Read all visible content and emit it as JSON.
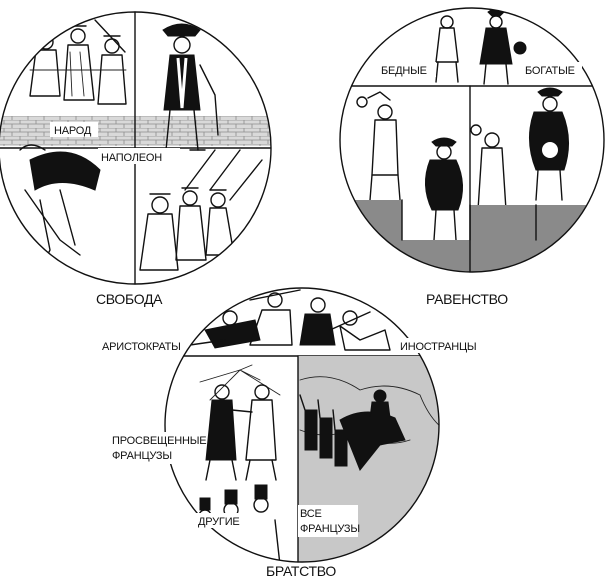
{
  "panels": {
    "liberty": {
      "caption": "СВОБОДА",
      "label_people": "НАРОД",
      "label_napoleon": "НАПОЛЕОН"
    },
    "equality": {
      "caption": "РАВЕНСТВО",
      "label_poor": "БЕДНЫЕ",
      "label_rich": "БОГАТЫЕ"
    },
    "fraternity": {
      "caption": "БРАТСТВО",
      "label_aristocrats": "АРИСТОКРАТЫ",
      "label_foreigners": "ИНОСТРАНЦЫ",
      "label_enlightened_line1": "ПРОСВЕЩЕННЫЕ",
      "label_enlightened_line2": "ФРАНЦУЗЫ",
      "label_others": "ДРУГИЕ",
      "label_all_line1": "ВСЕ",
      "label_all_line2": "ФРАНЦУЗЫ"
    }
  },
  "colors": {
    "ink": "#111111",
    "ground_gray": "#8a8a8a",
    "map_gray": "#c8c8c8",
    "paper": "#ffffff"
  }
}
